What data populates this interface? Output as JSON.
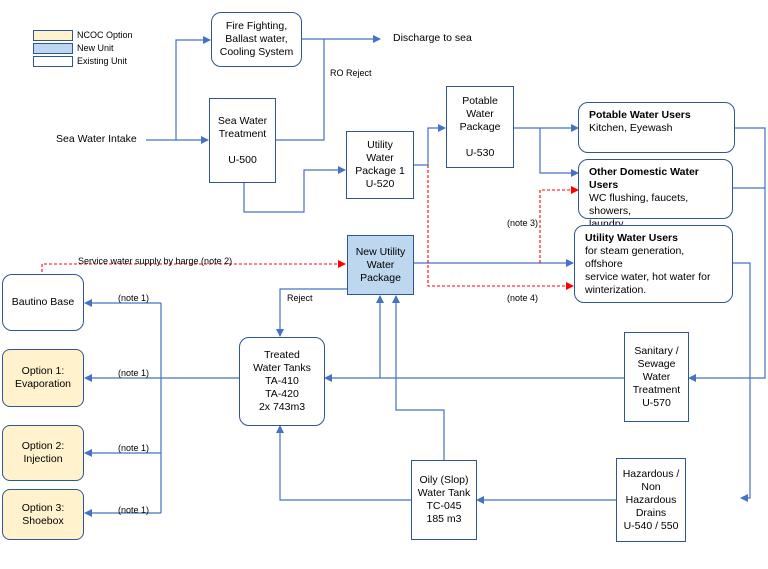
{
  "legend": {
    "ncoc": "NCOC Option",
    "new": "New Unit",
    "existing": "Existing Unit"
  },
  "nodes": {
    "fire": "Fire Fighting,\nBallast water,\nCooling System",
    "discharge": "Discharge to sea",
    "ro_reject": "RO Reject",
    "intake": "Sea Water Intake",
    "swt": "Sea Water\nTreatment\n\nU-500",
    "uwp1": "Utility\nWater\nPackage 1\nU-520",
    "potable_pkg": "Potable\nWater\nPackage\n\nU-530",
    "potable_users_title": "Potable Water Users",
    "potable_users_desc": "Kitchen, Eyewash",
    "domestic_users_title": "Other Domestic Water Users",
    "domestic_users_desc": "WC flushing, faucets, showers,\nlaundry",
    "utility_users_title": "Utility Water Users",
    "utility_users_desc": "for steam generation, offshore\nservice water, hot water for\nwinterization.",
    "new_uwp": "New Utility\nWater\nPackage",
    "bautino": "Bautino Base",
    "opt1": "Option 1:\nEvaporation",
    "opt2": "Option 2:\nInjection",
    "opt3": "Option 3:\nShoebox",
    "tanks": "Treated\nWater Tanks\nTA-410\nTA-420\n2x 743m3",
    "sanitary": "Sanitary /\nSewage\nWater\nTreatment\nU-570",
    "oily": "Oily (Slop)\nWater Tank\nTC-045\n185 m3",
    "hazardous": "Hazardous /\nNon\nHazardous\nDrains\nU-540 / 550"
  },
  "labels": {
    "barge": "Service water supply by barge (note 2)",
    "note1": "(note 1)",
    "note3": "(note 3)",
    "note4": "(note 4)",
    "reject": "Reject"
  },
  "colors": {
    "line": "#4472c4",
    "border": "#2f5597",
    "new_unit": "#bdd7ee",
    "ncoc_option": "#fff2cc",
    "dashed": "#ff0000"
  }
}
